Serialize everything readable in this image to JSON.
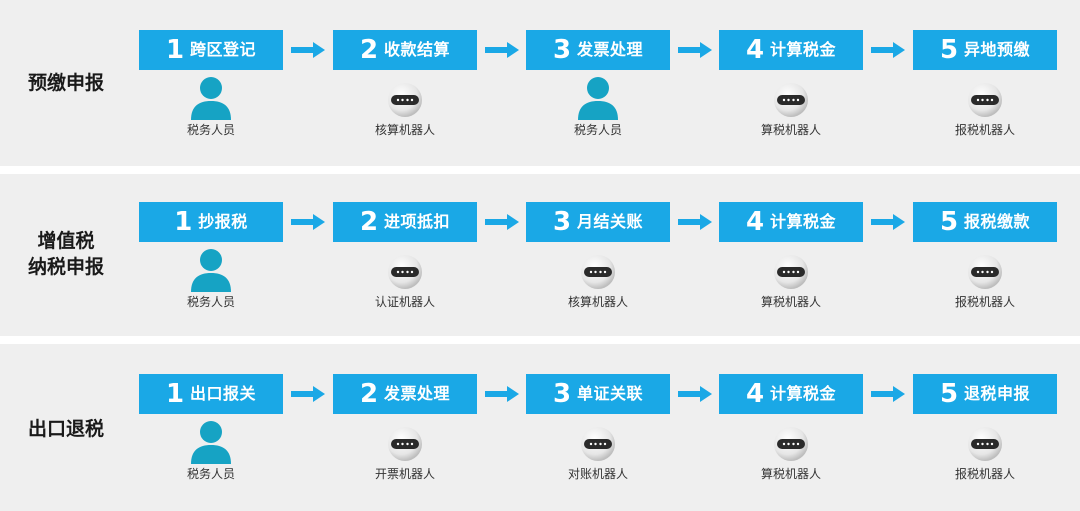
{
  "colors": {
    "step_fill": "#1aa8e6",
    "arrow": "#1aa8e6",
    "person": "#16a3c4",
    "band": "#efefef"
  },
  "rows": [
    {
      "title": "预缴申报",
      "steps": [
        {
          "num": "1",
          "label": "跨区登记",
          "actor": "税务人员",
          "actor_type": "person"
        },
        {
          "num": "2",
          "label": "收款结算",
          "actor": "核算机器人",
          "actor_type": "robot"
        },
        {
          "num": "3",
          "label": "发票处理",
          "actor": "税务人员",
          "actor_type": "person"
        },
        {
          "num": "4",
          "label": "计算税金",
          "actor": "算税机器人",
          "actor_type": "robot"
        },
        {
          "num": "5",
          "label": "异地预缴",
          "actor": "报税机器人",
          "actor_type": "robot"
        }
      ]
    },
    {
      "title": "增值税\n纳税申报",
      "steps": [
        {
          "num": "1",
          "label": "抄报税",
          "actor": "税务人员",
          "actor_type": "person"
        },
        {
          "num": "2",
          "label": "进项抵扣",
          "actor": "认证机器人",
          "actor_type": "robot"
        },
        {
          "num": "3",
          "label": "月结关账",
          "actor": "核算机器人",
          "actor_type": "robot"
        },
        {
          "num": "4",
          "label": "计算税金",
          "actor": "算税机器人",
          "actor_type": "robot"
        },
        {
          "num": "5",
          "label": "报税缴款",
          "actor": "报税机器人",
          "actor_type": "robot"
        }
      ]
    },
    {
      "title": "出口退税",
      "steps": [
        {
          "num": "1",
          "label": "出口报关",
          "actor": "税务人员",
          "actor_type": "person"
        },
        {
          "num": "2",
          "label": "发票处理",
          "actor": "开票机器人",
          "actor_type": "robot"
        },
        {
          "num": "3",
          "label": "单证关联",
          "actor": "对账机器人",
          "actor_type": "robot"
        },
        {
          "num": "4",
          "label": "计算税金",
          "actor": "算税机器人",
          "actor_type": "robot"
        },
        {
          "num": "5",
          "label": "退税申报",
          "actor": "报税机器人",
          "actor_type": "robot"
        }
      ]
    }
  ]
}
